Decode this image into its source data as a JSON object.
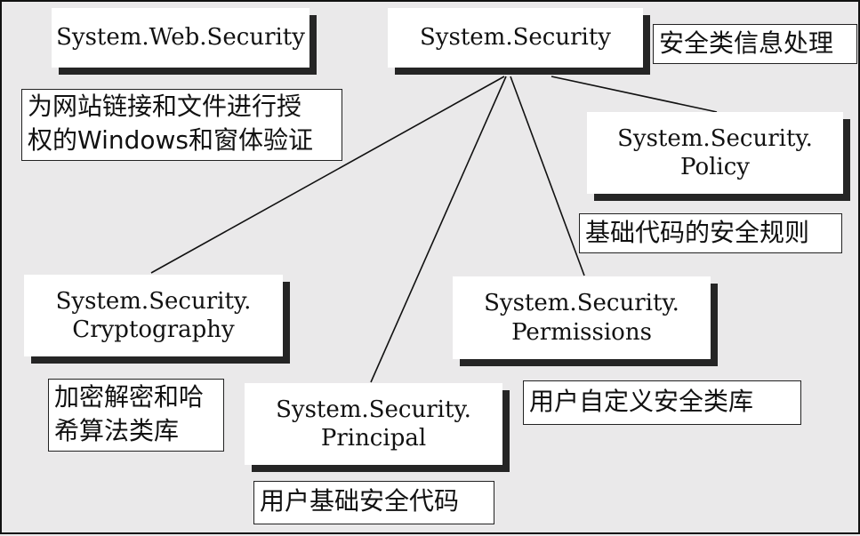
{
  "diagram": {
    "nodes": {
      "system_security": {
        "lines": [
          "System.Security"
        ]
      },
      "system_web_security": {
        "lines": [
          "System.Web.Security"
        ]
      },
      "system_security_policy": {
        "lines": [
          "System.Security.",
          "Policy"
        ]
      },
      "system_security_cryptography": {
        "lines": [
          "System.Security.",
          "Cryptography"
        ]
      },
      "system_security_permissions": {
        "lines": [
          "System.Security.",
          "Permissions"
        ]
      },
      "system_security_principal": {
        "lines": [
          "System.Security.",
          "Principal"
        ]
      }
    },
    "notes": {
      "security_info": {
        "lines": [
          "安全类信息处理"
        ]
      },
      "web_security_info": {
        "lines": [
          "为网站链接和文件进行授",
          "权的Windows和窗体验证"
        ]
      },
      "policy_info": {
        "lines": [
          "基础代码的安全规则"
        ]
      },
      "cryptography_info": {
        "lines": [
          "加密解密和哈",
          "希算法类库"
        ]
      },
      "permissions_info": {
        "lines": [
          "用户自定义安全类库"
        ]
      },
      "principal_info": {
        "lines": [
          "用户基础安全代码"
        ]
      }
    },
    "edges": [
      {
        "from": "System.Security",
        "to": "System.Security.Cryptography"
      },
      {
        "from": "System.Security",
        "to": "System.Security.Principal"
      },
      {
        "from": "System.Security",
        "to": "System.Security.Permissions"
      },
      {
        "from": "System.Security",
        "to": "System.Security.Policy"
      }
    ]
  }
}
